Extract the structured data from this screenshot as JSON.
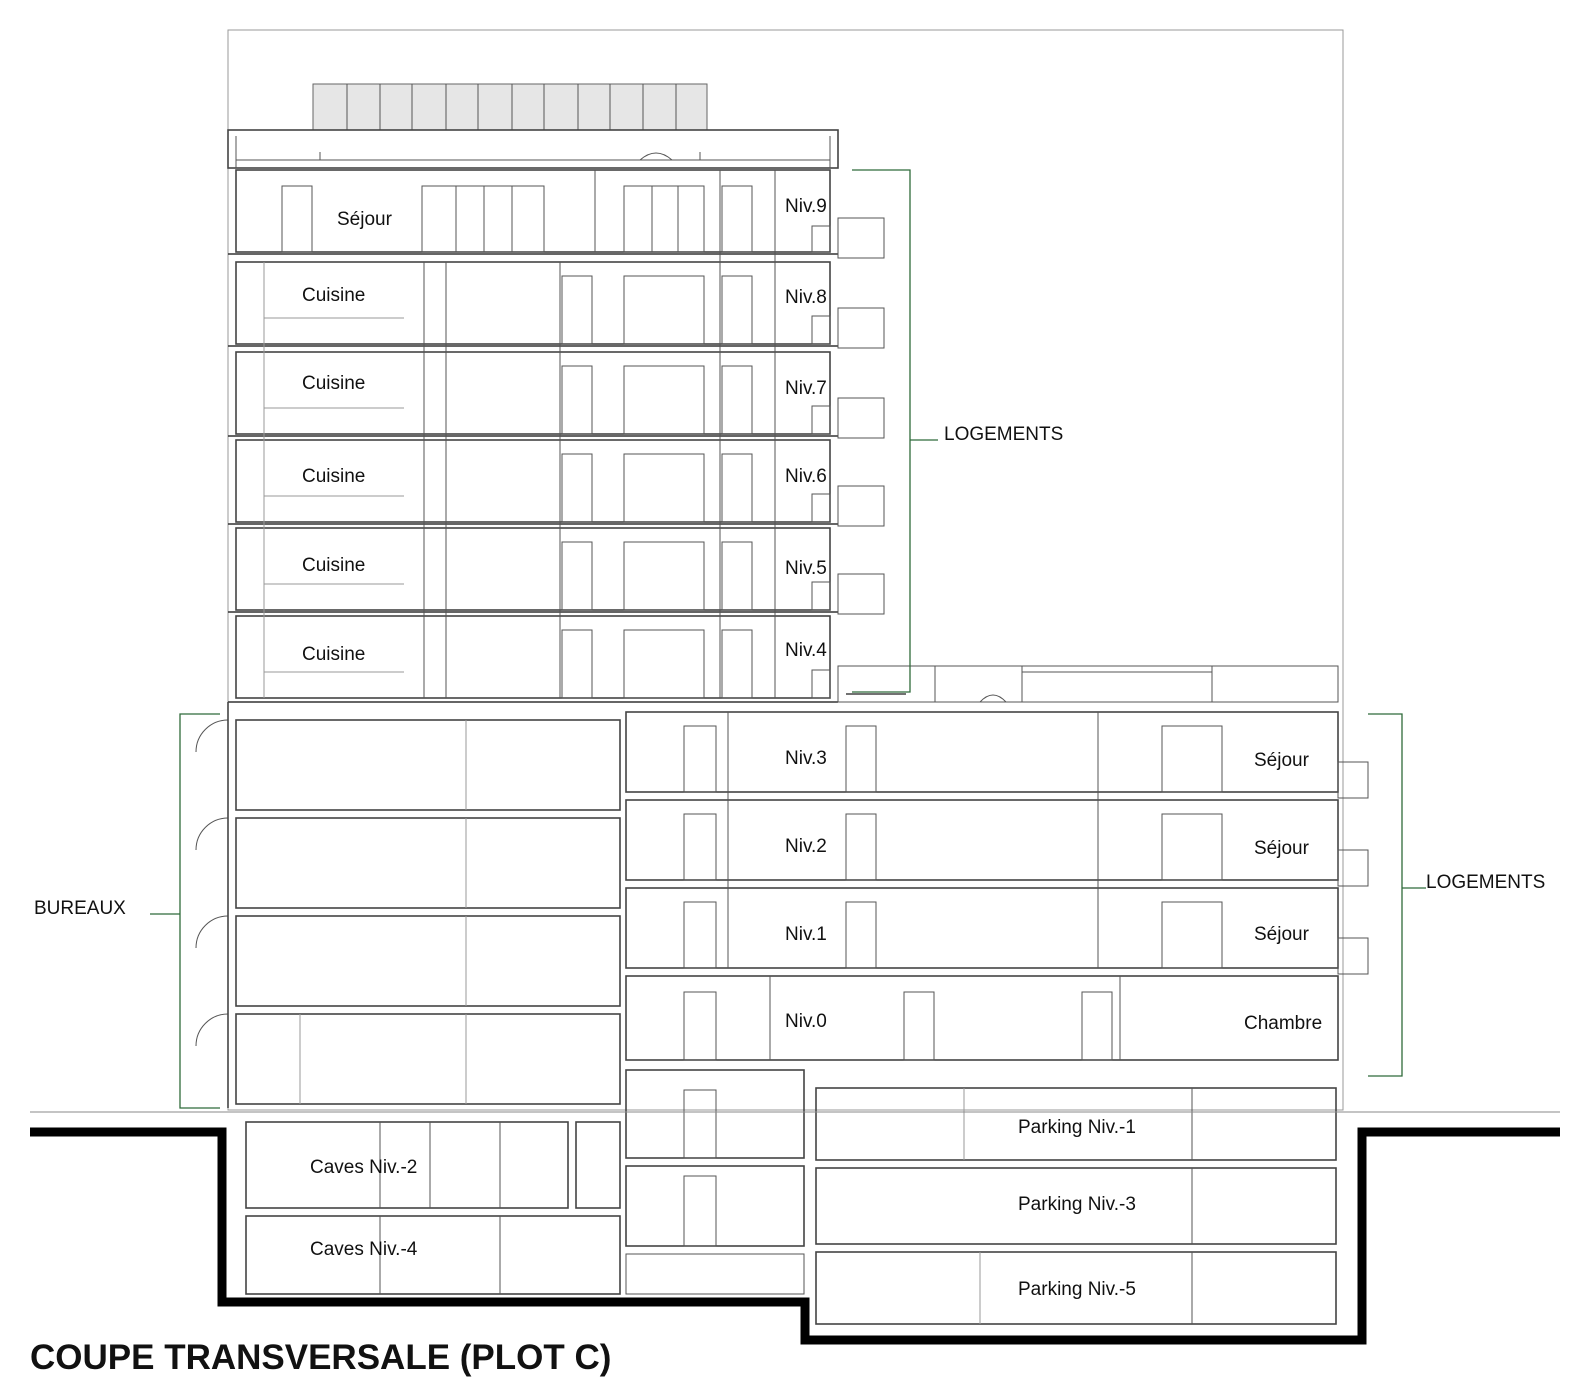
{
  "drawing": {
    "title": "COUPE TRANSVERSALE (PLOT C)",
    "zones": {
      "logements_upper": "LOGEMENTS",
      "logements_lower": "LOGEMENTS",
      "bureaux": "BUREAUX"
    },
    "tower_rooms": [
      "Séjour",
      "Cuisine",
      "Cuisine",
      "Cuisine",
      "Cuisine",
      "Cuisine"
    ],
    "tower_levels": [
      "Niv.9",
      "Niv.8",
      "Niv.7",
      "Niv.6",
      "Niv.5",
      "Niv.4"
    ],
    "lower_levels": [
      "Niv.3",
      "Niv.2",
      "Niv.1",
      "Niv.0"
    ],
    "lower_rooms": [
      "Séjour",
      "Séjour",
      "Séjour",
      "Chambre"
    ],
    "parking": [
      "Parking Niv.-1",
      "Parking Niv.-3",
      "Parking Niv.-5"
    ],
    "caves": [
      "Caves Niv.-2",
      "Caves Niv.-4"
    ],
    "colors": {
      "line": "#444444",
      "leader": "#2f6b3a",
      "ground": "#000000",
      "rooftop_panel": "#e6e6e6"
    }
  }
}
